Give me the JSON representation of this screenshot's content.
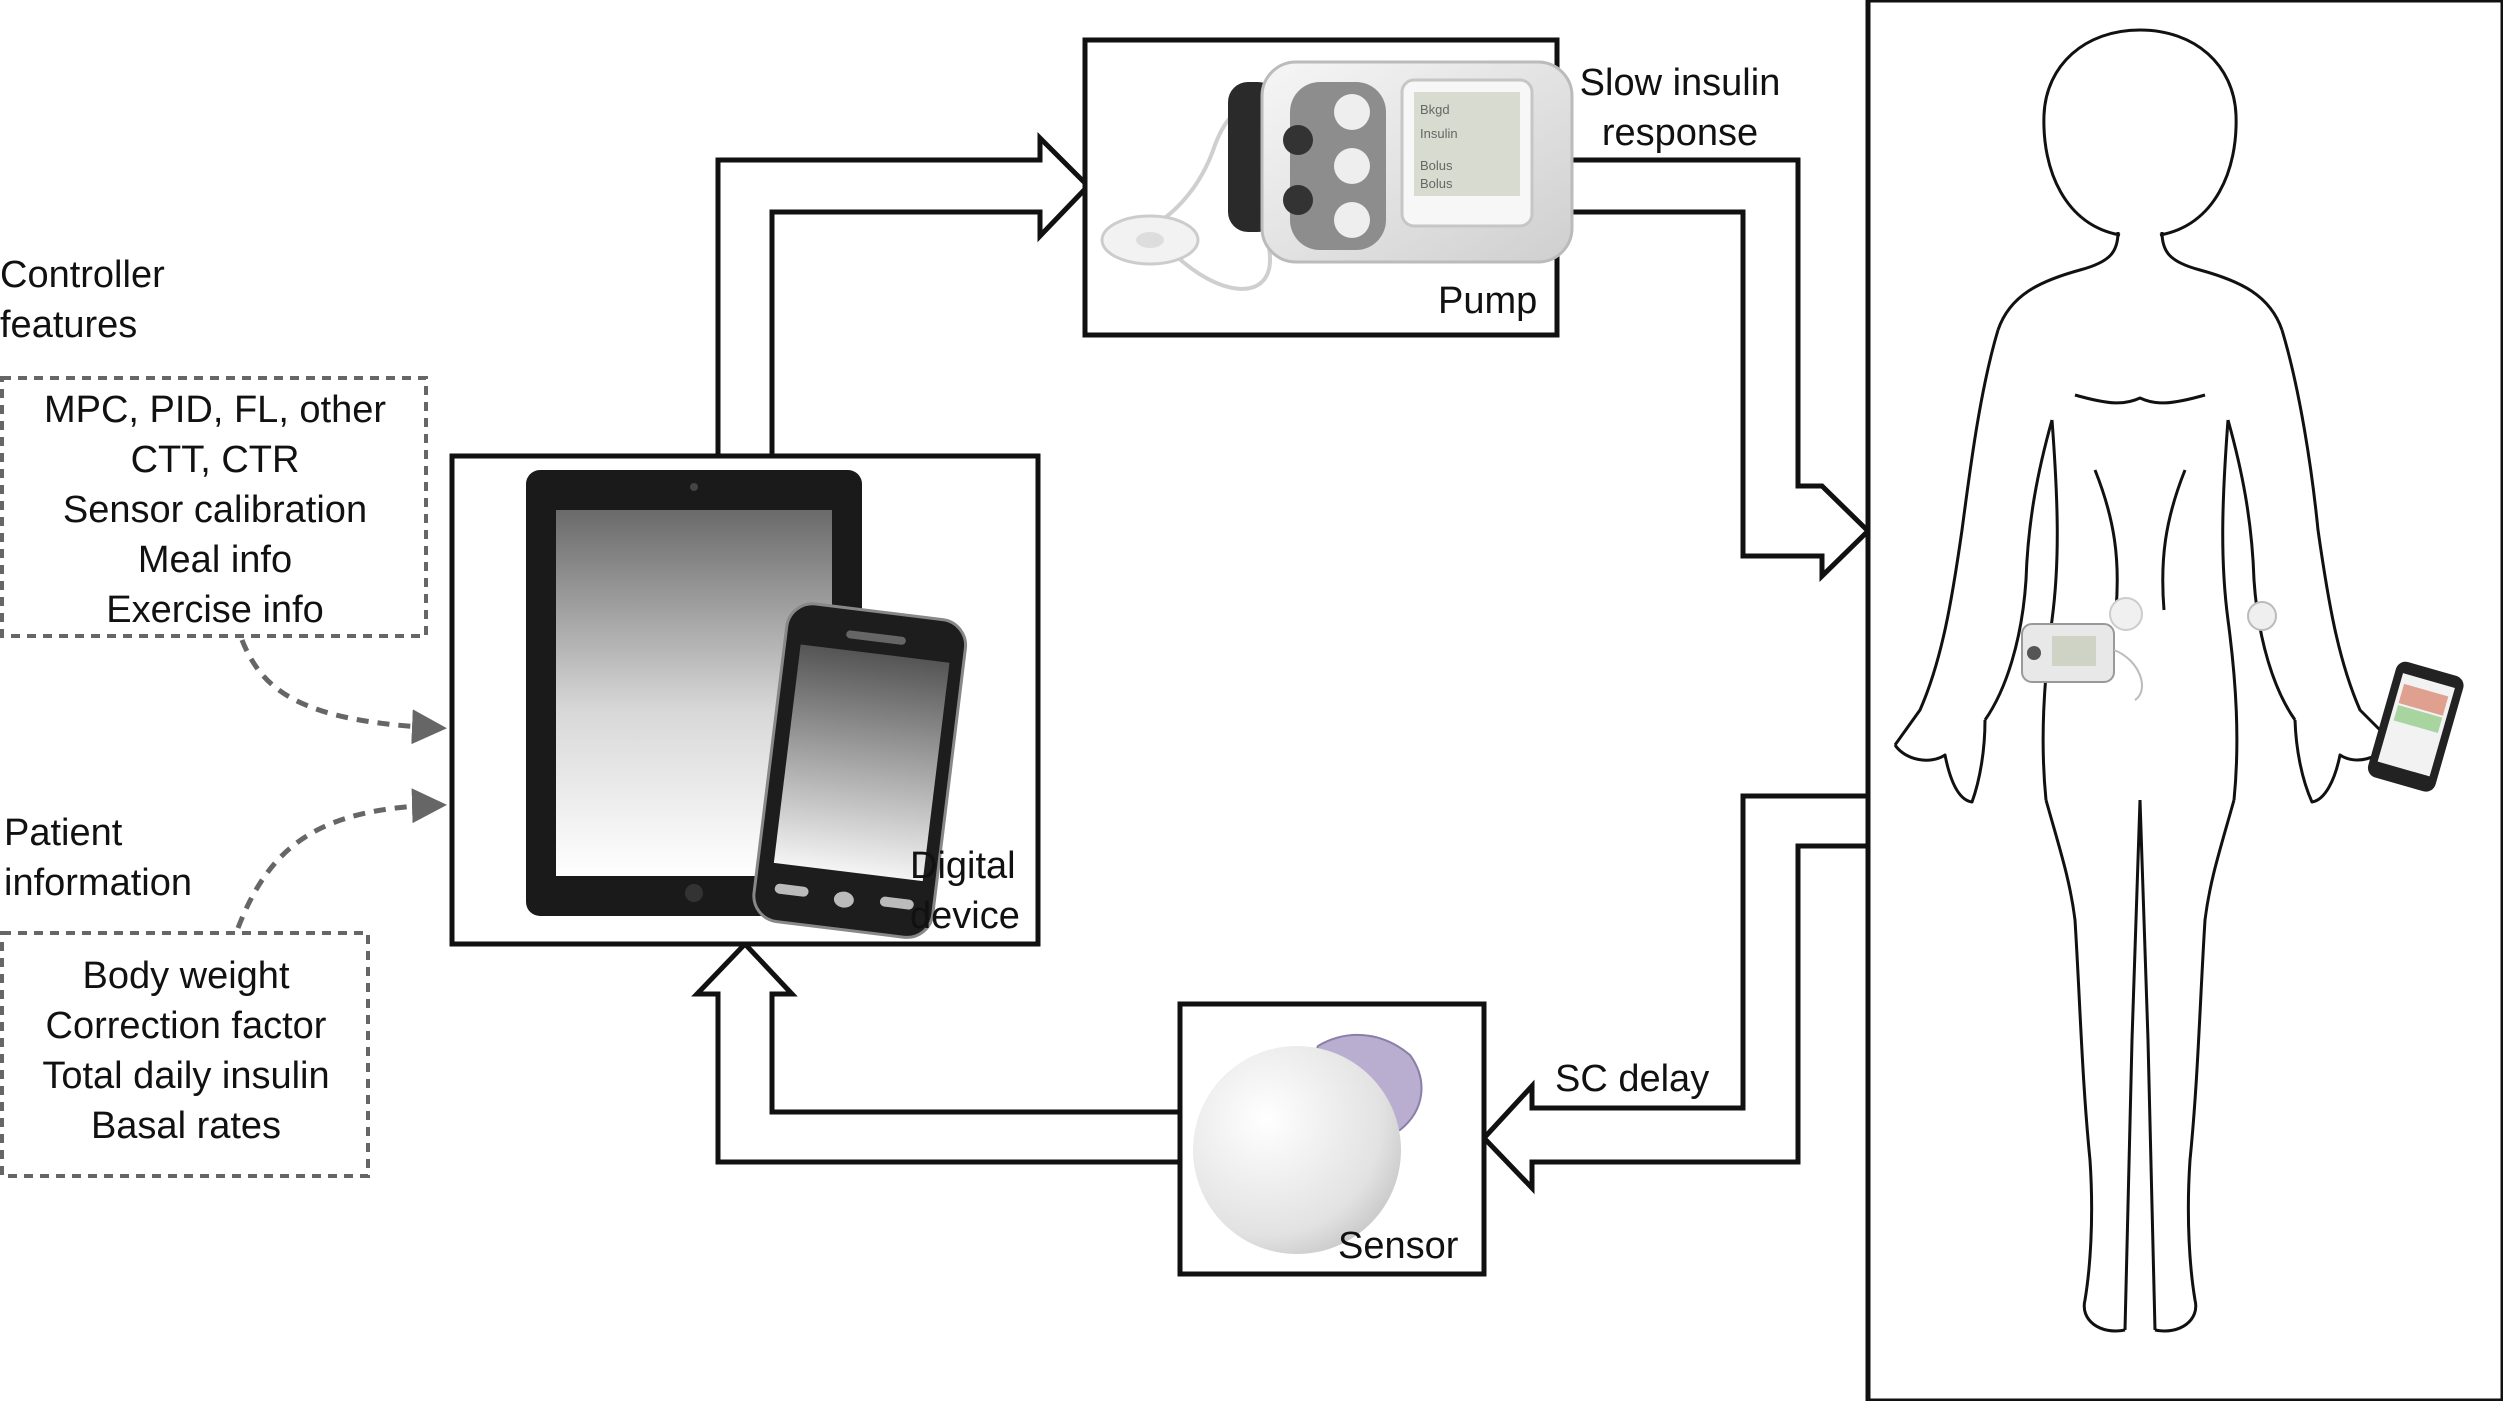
{
  "controller": {
    "heading_line1": "Controller",
    "heading_line2": "features",
    "items": [
      "MPC, PID, FL, other",
      "CTT, CTR",
      "Sensor calibration",
      "Meal info",
      "Exercise info"
    ]
  },
  "patient": {
    "heading_line1": "Patient",
    "heading_line2": "information",
    "items": [
      "Body weight",
      "Correction factor",
      "Total daily insulin",
      "Basal rates"
    ]
  },
  "device": {
    "label_line1": "Digital",
    "label_line2": "device"
  },
  "pump": {
    "label": "Pump",
    "screen_lines": [
      "Bkgd",
      "Insulin",
      "Bolus",
      "Bolus"
    ]
  },
  "sensor": {
    "label": "Sensor"
  },
  "arrows": {
    "slow_line1": "Slow insulin",
    "slow_line2": "response",
    "delay": "SC delay"
  },
  "colors": {
    "line": "#111111",
    "dashed": "#666666",
    "tablet": "#1a1a1a",
    "pump_body": "#e6e6e6",
    "sensor_patch": "#9a8cb4"
  }
}
